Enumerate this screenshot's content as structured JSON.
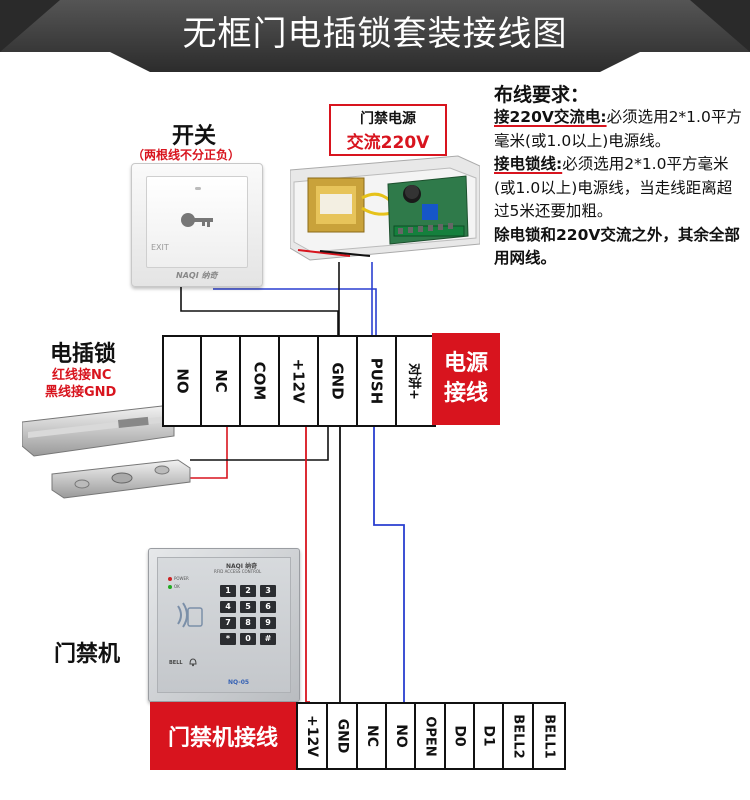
{
  "title": "无框门电插锁套装接线图",
  "requirements": {
    "heading": "布线要求：",
    "line1_bold": "接220V交流电:",
    "line1_rest": "必须选用2*1.0平方毫米(或1.0以上)电源线。",
    "line2_bold": "接电锁线:",
    "line2_rest": "必须选用2*1.0平方毫米(或1.0以上)电源线，当走线距离超过5米还要加粗。",
    "line3": "除电锁和220V交流之外，其余全部用网线。"
  },
  "switch": {
    "label": "开关",
    "note": "（两根线不分正负）",
    "exit_text": "EXIT",
    "brand_text": "NAQI 纳奇"
  },
  "psu": {
    "label_line1": "门禁电源",
    "label_line2": "交流220V"
  },
  "lock": {
    "label": "电插锁",
    "note_line1": "红线接NC",
    "note_line2": "黑线接GND"
  },
  "power_terminals": {
    "cells": [
      "NO",
      "NC",
      "COM",
      "+12V",
      "GND",
      "PUSH",
      "对讲+"
    ],
    "tag": "电源接线"
  },
  "access_controller": {
    "label": "门禁机",
    "keys": [
      "1",
      "2",
      "3",
      "4",
      "5",
      "6",
      "7",
      "8",
      "9",
      "*",
      "0",
      "#"
    ],
    "power_text": "POWER",
    "ok_text": "OK",
    "brand_text": "NAQI 纳奇",
    "sub_text": "RFID ACCESS CONTROL",
    "bell_text": "BELL",
    "model_text": "NQ-05"
  },
  "controller_terminals": {
    "tag": "门禁机接线",
    "cells": [
      "+12V",
      "GND",
      "NC",
      "NO",
      "OPEN",
      "D0",
      "D1",
      "BELL2",
      "BELL1"
    ]
  },
  "colors": {
    "accent_red": "#d8141e",
    "wire_blue": "#2a3fd0",
    "wire_black": "#111111",
    "title_bg": "#3a3a3a"
  }
}
